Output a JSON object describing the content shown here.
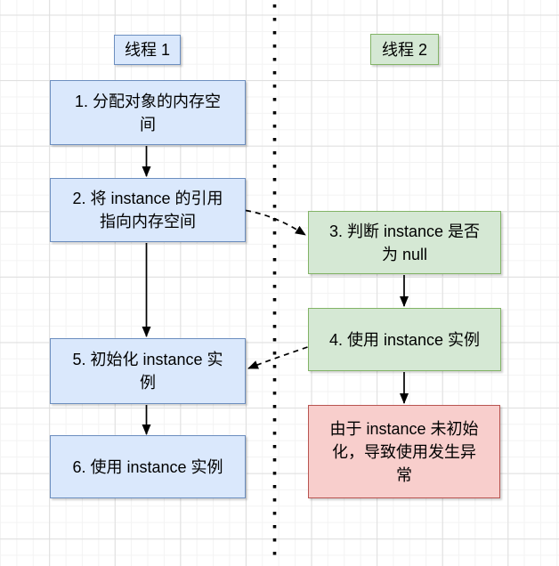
{
  "diagram": {
    "title_visible": false,
    "type": "flowchart-two-lanes",
    "lanes": {
      "thread1": {
        "label": "线程 1",
        "color": "blue"
      },
      "thread2": {
        "label": "线程 2",
        "color": "green"
      }
    },
    "separator": {
      "type": "vertical-dotted-line",
      "between": [
        "thread1",
        "thread2"
      ]
    },
    "nodes": {
      "thread1_label": {
        "text": "线程 1",
        "color": "blue"
      },
      "thread2_label": {
        "text": "线程 2",
        "color": "green"
      },
      "step1": {
        "lane": "thread1",
        "color": "blue",
        "text": "1. 分配对象的内存空\n间"
      },
      "step2": {
        "lane": "thread1",
        "color": "blue",
        "text": "2. 将 instance 的引用\n指向内存空间"
      },
      "step3": {
        "lane": "thread2",
        "color": "green",
        "text": "3. 判断 instance 是否\n为 null"
      },
      "step4": {
        "lane": "thread2",
        "color": "green",
        "text": "4. 使用 instance 实例"
      },
      "step5": {
        "lane": "thread1",
        "color": "blue",
        "text": "5. 初始化 instance 实\n例"
      },
      "step6": {
        "lane": "thread1",
        "color": "blue",
        "text": "6. 使用 instance 实例"
      },
      "error": {
        "lane": "thread2",
        "color": "red",
        "text": "由于 instance 未初始\n化，导致使用发生异\n常"
      }
    },
    "edges": [
      {
        "from": "step1",
        "to": "step2",
        "style": "solid",
        "arrow": "filled"
      },
      {
        "from": "step2",
        "to": "step5",
        "style": "solid",
        "arrow": "filled"
      },
      {
        "from": "step5",
        "to": "step6",
        "style": "solid",
        "arrow": "filled"
      },
      {
        "from": "step2",
        "to": "step3",
        "style": "dashed",
        "arrow": "filled"
      },
      {
        "from": "step3",
        "to": "step4",
        "style": "solid",
        "arrow": "filled"
      },
      {
        "from": "step4",
        "to": "step5",
        "style": "dashed",
        "arrow": "filled"
      },
      {
        "from": "step4",
        "to": "error",
        "style": "solid",
        "arrow": "filled"
      }
    ],
    "colors": {
      "blue_fill": "#dae8fc",
      "blue_border": "#6c8ebf",
      "green_fill": "#d5e8d4",
      "green_border": "#82b366",
      "red_fill": "#f8cecc",
      "red_border": "#b85450",
      "connector": "#000000",
      "text": "#000000",
      "grid_minor": "#f3f3f3",
      "grid_major": "#dedede",
      "background": "#ffffff"
    }
  }
}
